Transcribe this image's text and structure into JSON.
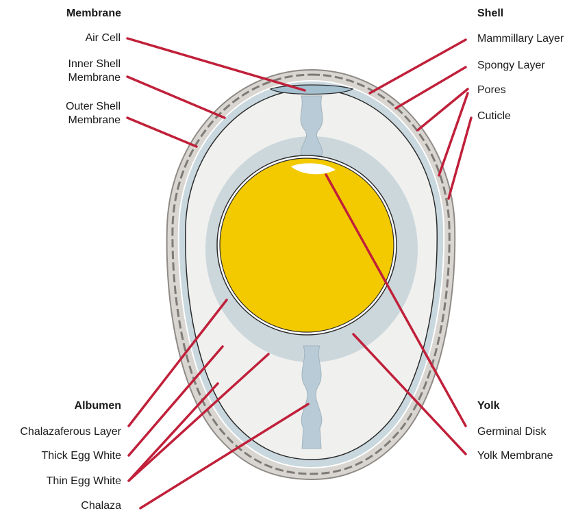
{
  "sections": {
    "membrane": "Membrane",
    "shell": "Shell",
    "albumen": "Albumen",
    "yolk": "Yolk"
  },
  "labels": {
    "air_cell": "Air Cell",
    "inner_shell_membrane_1": "Inner Shell",
    "inner_shell_membrane_2": "Membrane",
    "outer_shell_membrane_1": "Outer Shell",
    "outer_shell_membrane_2": "Membrane",
    "mammillary_layer": "Mammillary Layer",
    "spongy_layer": "Spongy Layer",
    "pores": "Pores",
    "cuticle": "Cuticle",
    "chalazaferous_layer": "Chalazaferous Layer",
    "thick_egg_white": "Thick Egg White",
    "thin_egg_white": "Thin Egg White",
    "chalaza": "Chalaza",
    "germinal_disk": "Germinal Disk",
    "yolk_membrane": "Yolk Membrane"
  },
  "colors": {
    "leader_line": "#c0203a",
    "shell_outer": "#8f8a86",
    "shell_fill": "#d9d5d0",
    "membrane": "#c9d7de",
    "egg_white": "#f0f0ee",
    "thick_white": "#ccd7dc",
    "yolk": "#f3ca00",
    "air_cell": "#a5c1d0",
    "chalaza": "#b8cbd6"
  }
}
